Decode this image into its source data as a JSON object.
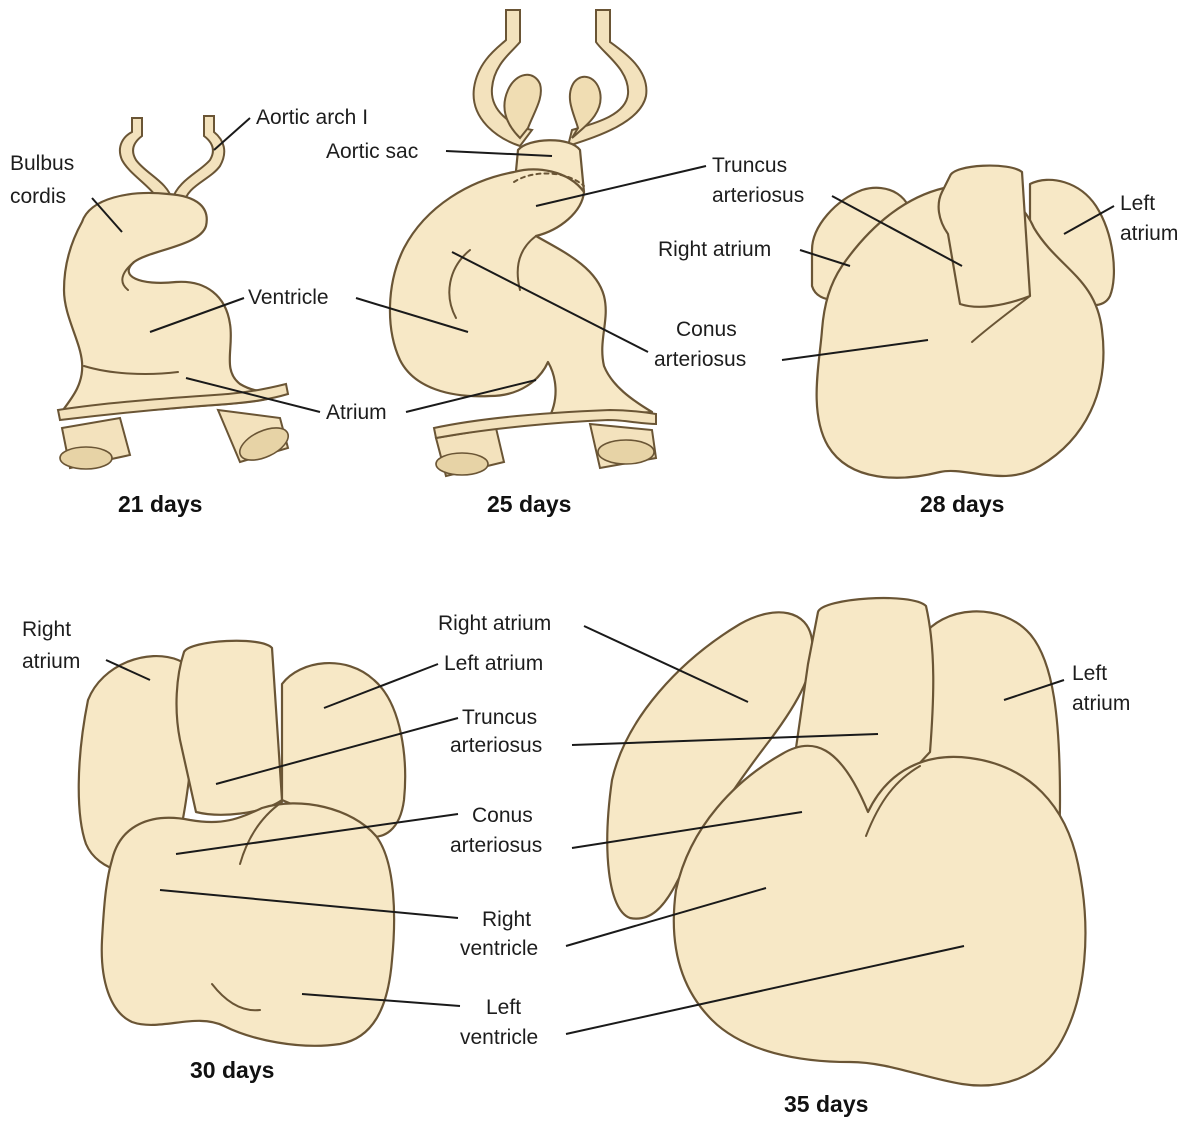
{
  "stages": {
    "d21": "21 days",
    "d25": "25 days",
    "d28": "28 days",
    "d30": "30 days",
    "d35": "35 days"
  },
  "labels": {
    "d21": {
      "aortic_arch": "Aortic arch I",
      "bulbus_1": "Bulbus",
      "bulbus_2": "cordis",
      "ventricle": "Ventricle",
      "atrium": "Atrium"
    },
    "d25": {
      "aortic_sac": "Aortic sac",
      "truncus_1": "Truncus",
      "truncus_2": "arteriosus",
      "conus_1": "Conus",
      "conus_2": "arteriosus"
    },
    "d28": {
      "right_atrium": "Right atrium",
      "left_atrium_1": "Left",
      "left_atrium_2": "atrium"
    },
    "d30": {
      "right_atrium_1": "Right",
      "right_atrium_2": "atrium",
      "left_atrium": "Left atrium",
      "truncus_1": "Truncus",
      "truncus_2": "arteriosus",
      "conus_1": "Conus",
      "conus_2": "arteriosus",
      "right_ventricle_1": "Right",
      "right_ventricle_2": "ventricle",
      "left_ventricle_1": "Left",
      "left_ventricle_2": "ventricle"
    },
    "d35": {
      "right_atrium": "Right atrium",
      "left_atrium_1": "Left",
      "left_atrium_2": "atrium"
    }
  },
  "colors": {
    "tissue": "#f7e8c6",
    "outline": "#6a5535",
    "leader": "#1a1a1a"
  }
}
